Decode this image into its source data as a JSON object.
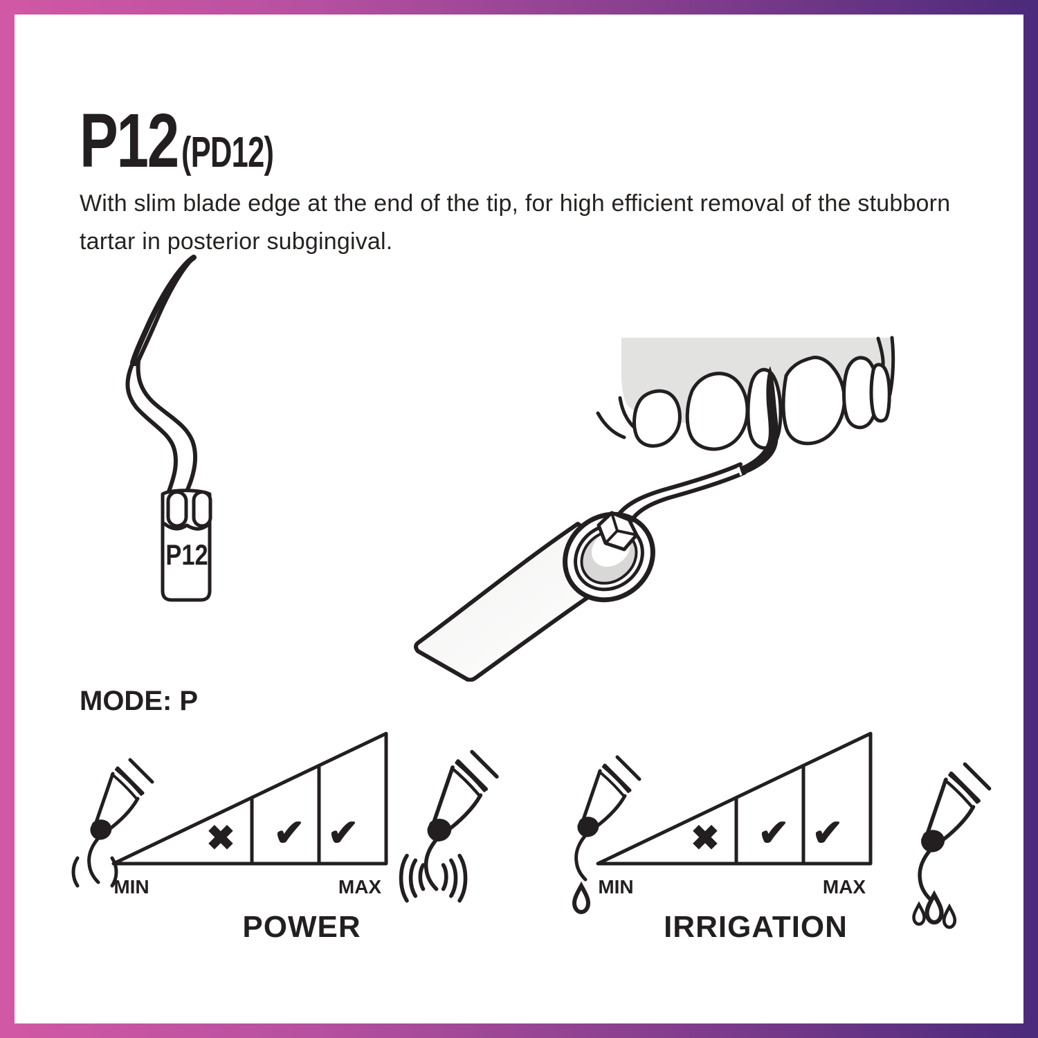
{
  "frame": {
    "gradient_left": "#d158a5",
    "gradient_right": "#4b2a7c",
    "ink": "#231f20",
    "gum_color": "#e2e2e0"
  },
  "header": {
    "model": "P12",
    "variant": "(PD12)"
  },
  "description": "With slim blade edge at the end of the tip, for high efficient removal of the stubborn tartar in posterior subgingival.",
  "tip_diagram": {
    "label": "P12"
  },
  "mode_label": "MODE: P",
  "gauges": {
    "power": {
      "title": "POWER",
      "min": "MIN",
      "max": "MAX",
      "cells": [
        "✖",
        "✔",
        "✔"
      ],
      "left_icon": "handpiece-weak-vibration",
      "right_icon": "handpiece-strong-vibration"
    },
    "irrigation": {
      "title": "IRRIGATION",
      "min": "MIN",
      "max": "MAX",
      "cells": [
        "✖",
        "✔",
        "✔"
      ],
      "left_icon": "handpiece-single-drop",
      "right_icon": "handpiece-multi-drop"
    }
  }
}
